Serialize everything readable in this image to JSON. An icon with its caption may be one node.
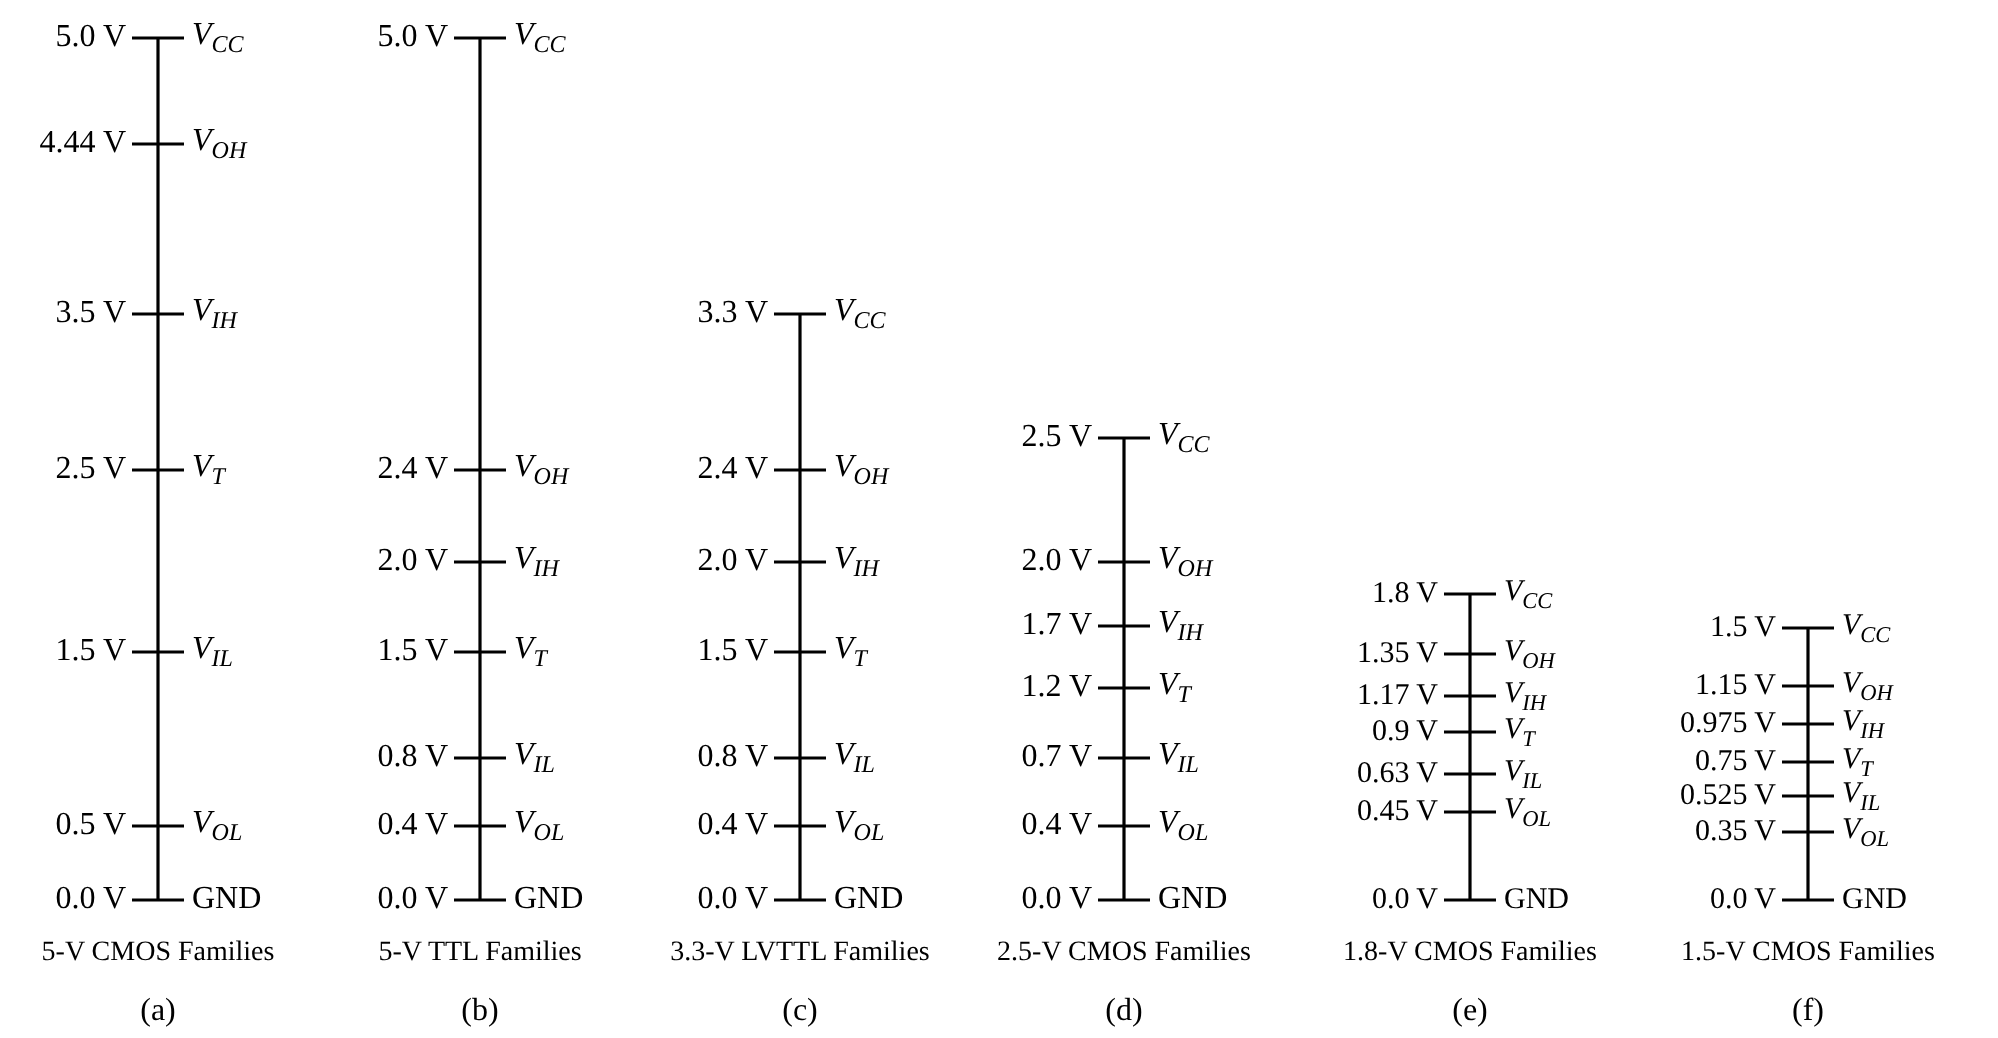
{
  "diagram": {
    "labels": [
      "5.0 V",
      "V$_{CC}$",
      "4.44 V",
      "V$_{OH}$",
      "3.5 V",
      "V$_{IH}$",
      "2.5 V",
      "V$_{T}$",
      "1.5 V",
      "V$_{IL}$",
      "0.5 V",
      "V$_{OL}$",
      "0.0 V",
      "GND",
      "5-V CMOS Families",
      "(a)",
      "5.0 V",
      "V$_{CC}$",
      "2.4 V",
      "V$_{OH}$",
      "2.0 V",
      "V$_{IH}$",
      "1.5 V",
      "V$_{T}$",
      "0.8 V",
      "V$_{IL}$",
      "0.4 V",
      "V$_{OL}$",
      "0.0 V",
      "GND",
      "5-V TTL Families",
      "(b)",
      "3.3 V",
      "V$_{CC}$",
      "2.4 V",
      "V$_{OH}$",
      "2.0 V",
      "V$_{IH}$",
      "1.5 V",
      "V$_{T}$",
      "0.8 V",
      "V$_{IL}$",
      "0.4 V",
      "V$_{OL}$",
      "0.0 V",
      "GND",
      "3.3-V LVTTL Families",
      "(c)",
      "2.5 V",
      "V$_{CC}$",
      "2.0 V",
      "V$_{OH}$",
      "1.7 V",
      "V$_{IH}$",
      "1.2 V",
      "V$_{T}$",
      "0.7 V",
      "V$_{IL}$",
      "0.4 V",
      "V$_{OL}$",
      "0.0 V",
      "GND",
      "2.5-V CMOS Families",
      "(d)",
      "1.8 V",
      "V$_{CC}$",
      "1.35 V",
      "V$_{OH}$",
      "1.17 V",
      "V$_{IH}$",
      "0.9 V",
      "V$_{T}$",
      "0.63 V",
      "V$_{IL}$",
      "0.45 V",
      "V$_{OL}$",
      "0.0 V",
      "GND",
      "1.8-V CMOS Families",
      "(e)",
      "1.5 V",
      "V$_{CC}$",
      "1.15 V",
      "V$_{OH}$",
      "0.975 V",
      "V$_{IH}$",
      "0.75 V",
      "V$_{T}$",
      "0.525 V",
      "V$_{IL}$",
      "0.35 V",
      "V$_{OL}$",
      "0.0 V",
      "GND",
      "1.5-V CMOS Families",
      "(f)"
    ]
  }
}
